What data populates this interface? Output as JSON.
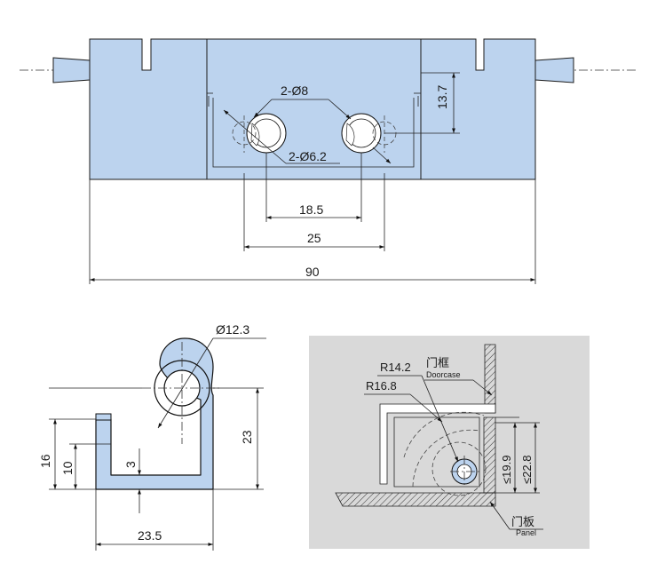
{
  "front_view": {
    "hole_callout": "2-Ø8",
    "countersink_callout": "2-Ø6.2",
    "dim_hole_height": "13.7",
    "dim_hole_pitch": "18.5",
    "dim_outer_pitch": "25",
    "dim_total_length": "90"
  },
  "side_view": {
    "dim_knuckle_dia": "Ø12.3",
    "dim_left_height_16": "16",
    "dim_left_height_10": "10",
    "dim_thickness": "3",
    "dim_total_height": "23",
    "dim_width": "23.5"
  },
  "install_view": {
    "label_r142": "R14.2",
    "label_r168": "R16.8",
    "label_doorcase_cn": "门框",
    "label_doorcase_en": "Doorcase",
    "label_panel_cn": "门板",
    "label_panel_en": "Panel",
    "dim_le_199": "≤19.9",
    "dim_le_228": "≤22.8",
    "colors": {
      "panel_bg": "#d9d9d9",
      "part_fill": "#bcd3ee"
    }
  }
}
